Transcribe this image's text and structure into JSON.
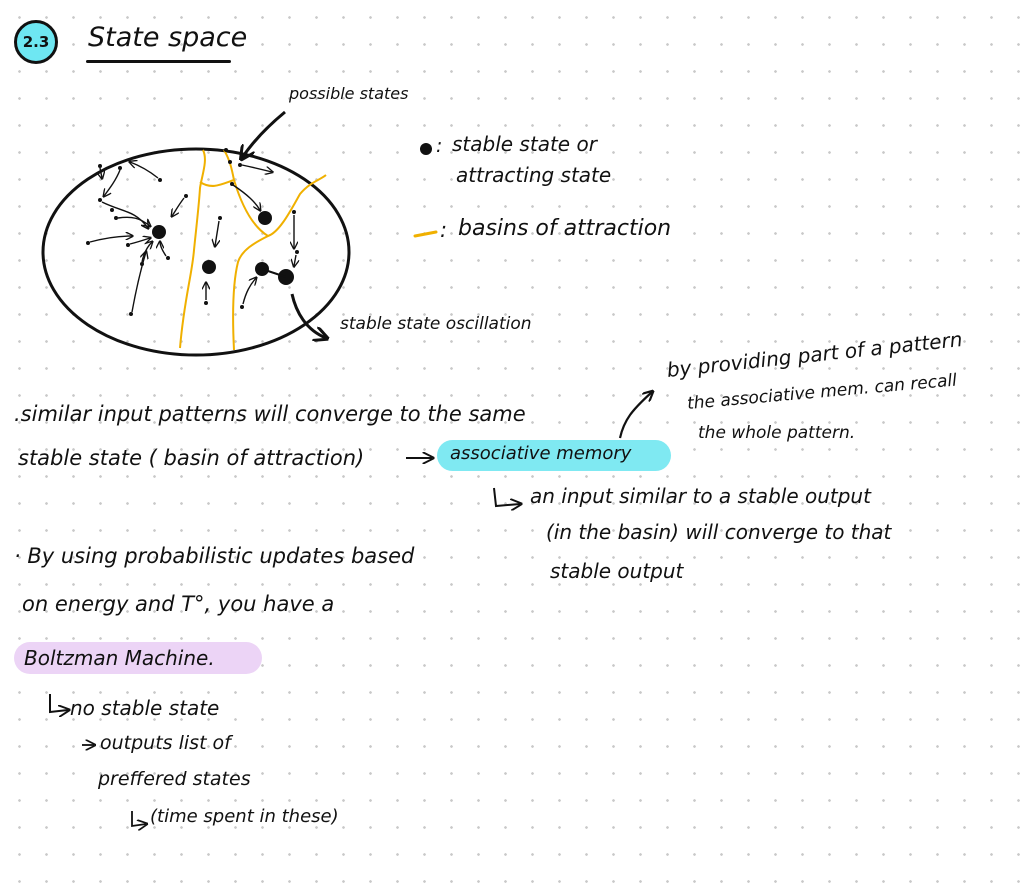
{
  "section": {
    "number": "2.3",
    "title": "State space"
  },
  "diagram": {
    "possible_states": "possible states",
    "stable_state_oscillation": "stable state oscillation"
  },
  "legend": {
    "stable_line1": "stable state  or",
    "stable_line2": "attracting  state",
    "basins": "basins of attraction",
    "dot_prefix": ":",
    "line_prefix": ":",
    "colors": {
      "basin_line": "#f0b000"
    }
  },
  "notes": {
    "similar_line1": ".similar  input  patterns  will converge  to  the  same",
    "similar_line2": "stable state ( basin of attraction)",
    "associative_memory": "associative  memory",
    "providing_line1": "by  providing  part of a pattern",
    "providing_line2": "the associative mem. can recall",
    "providing_line3": "the whole pattern.",
    "input_line1": "an input  similar  to  a  stable  output",
    "input_line2": "(in the  basin)  will  converge  to  that",
    "input_line3": "stable  output",
    "prob_line1": "· By  using  probabilistic  updates  based",
    "prob_line2": "on  energy  and  T°,  you  have  a",
    "boltzmann": "Boltzman  Machine.",
    "no_stable": "no  stable  state",
    "outputs_line1": "outputs  list  of",
    "outputs_line2": "preffered  states",
    "time_spent": "(time spent in these)"
  },
  "highlight_colors": {
    "cyan": "#7fe9f2",
    "purple": "#ecd4f6"
  }
}
